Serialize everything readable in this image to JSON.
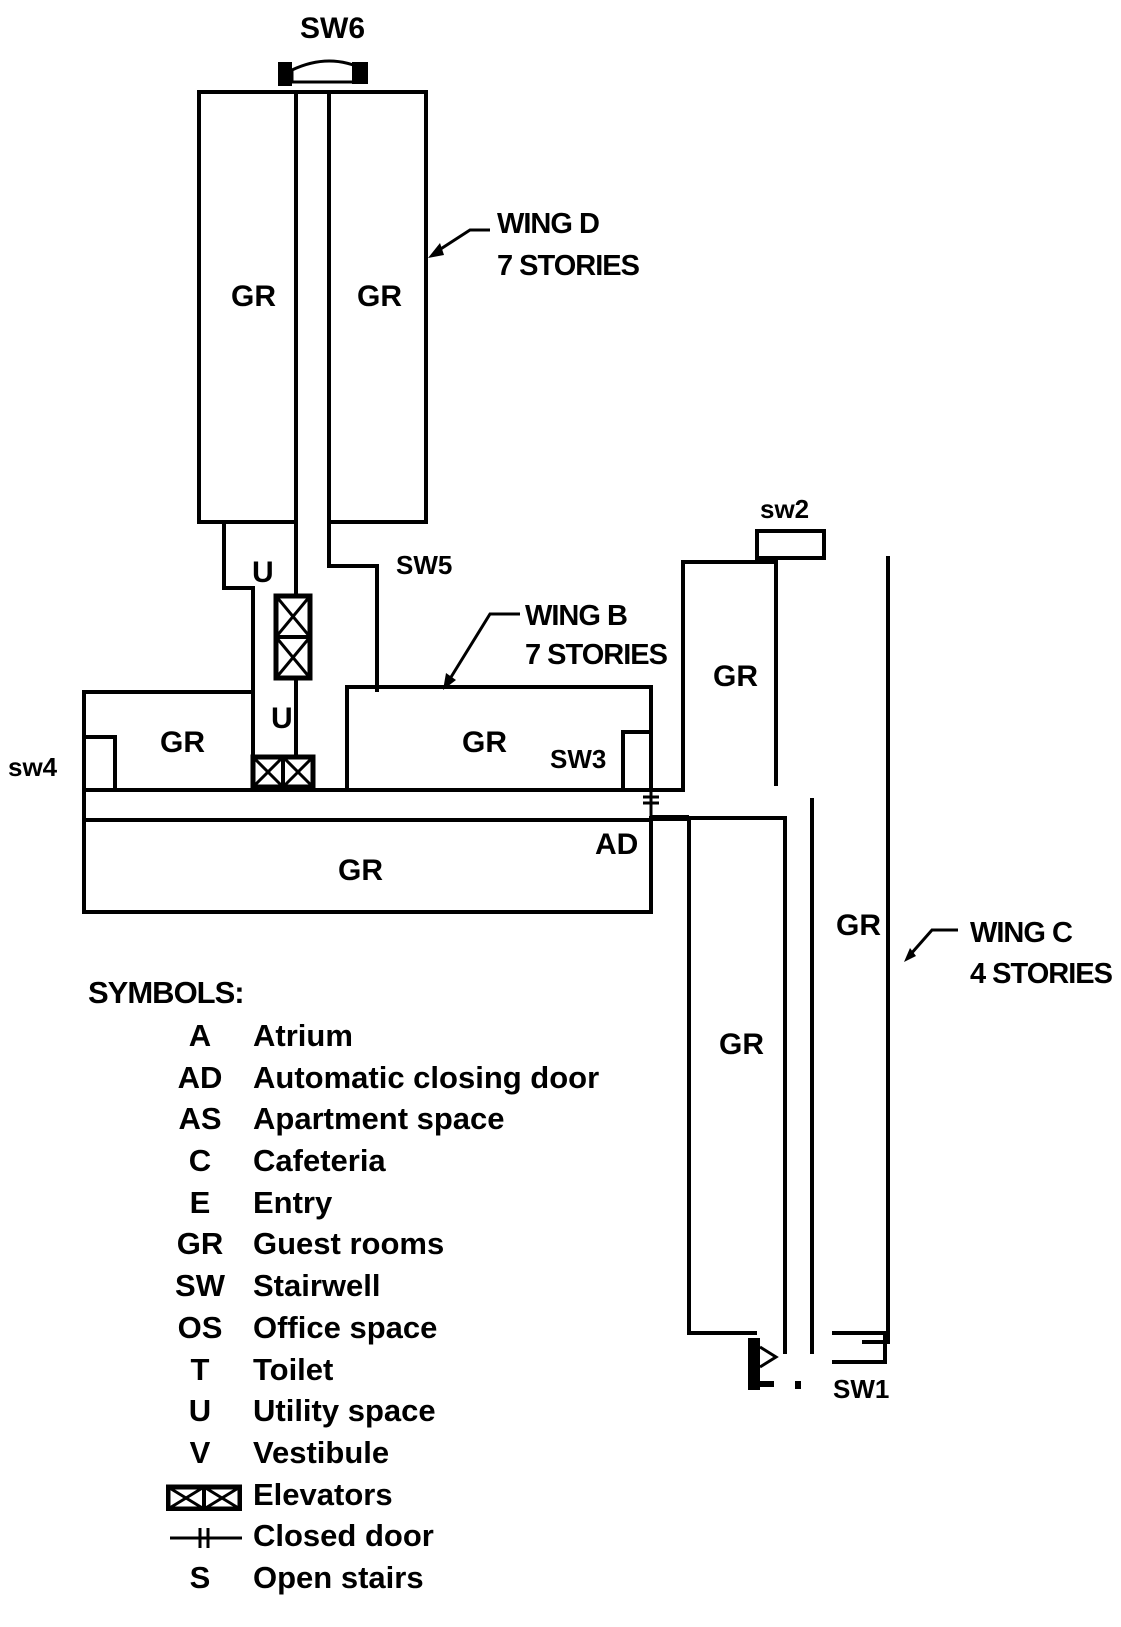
{
  "labels": {
    "sw6": "SW6",
    "sw5": "SW5",
    "sw4": "sw4",
    "sw3": "SW3",
    "sw2": "sw2",
    "sw1": "SW1",
    "ad": "AD",
    "gr": "GR",
    "u": "U"
  },
  "wings": {
    "d": {
      "name": "WING D",
      "stories": "7 STORIES"
    },
    "b": {
      "name": "WING B",
      "stories": "7 STORIES"
    },
    "c": {
      "name": "WING C",
      "stories": "4 STORIES"
    }
  },
  "legend": {
    "title": "SYMBOLS:",
    "items": [
      {
        "code": "A",
        "desc": "Atrium"
      },
      {
        "code": "AD",
        "desc": "Automatic closing door"
      },
      {
        "code": "AS",
        "desc": "Apartment space"
      },
      {
        "code": "C",
        "desc": "Cafeteria"
      },
      {
        "code": "E",
        "desc": "Entry"
      },
      {
        "code": "GR",
        "desc": "Guest rooms"
      },
      {
        "code": "SW",
        "desc": "Stairwell"
      },
      {
        "code": "OS",
        "desc": "Office space"
      },
      {
        "code": "T",
        "desc": "Toilet"
      },
      {
        "code": "U",
        "desc": "Utility space"
      },
      {
        "code": "V",
        "desc": "Vestibule"
      }
    ],
    "symbols": [
      {
        "icon": "elevator-icon",
        "desc": "Elevators"
      },
      {
        "icon": "closed-door-icon",
        "desc": "Closed door"
      }
    ],
    "stairs": {
      "code": "S",
      "desc": "Open stairs"
    }
  }
}
